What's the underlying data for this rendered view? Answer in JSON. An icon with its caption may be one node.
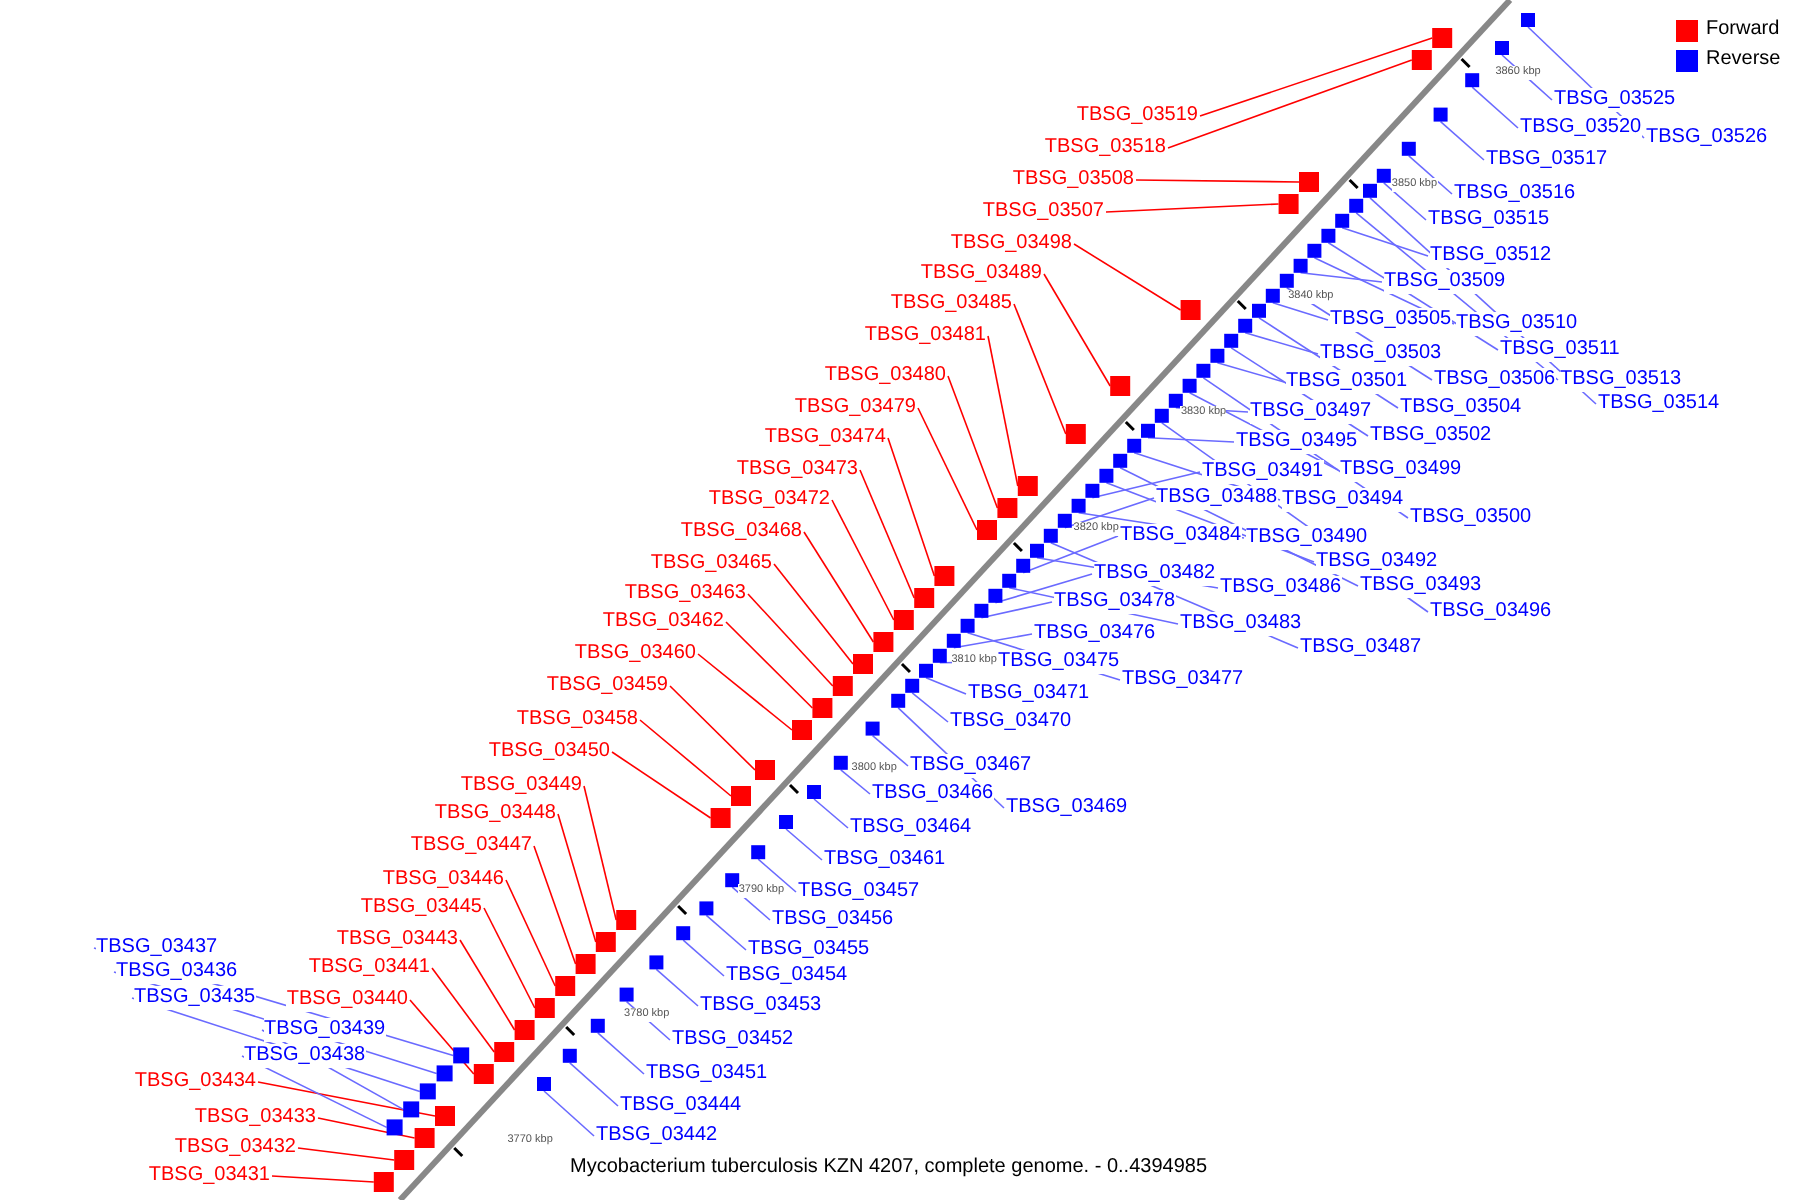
{
  "diagram": {
    "caption": "Mycobacterium tuberculosis KZN 4207, complete genome. - 0..4394985",
    "nodes": [
      {
        "text": [
          "TBSG_03519"
        ]
      },
      {
        "text": [
          "TBSG_03518"
        ]
      },
      {
        "text": [
          "TBSG_03508"
        ]
      },
      {
        "text": [
          "TBSG_03507"
        ]
      },
      {
        "text": [
          "TBSG_03498"
        ]
      },
      {
        "text": [
          "TBSG_03489"
        ]
      },
      {
        "text": [
          "TBSG_03485"
        ]
      },
      {
        "text": [
          "TBSG_03481"
        ]
      },
      {
        "text": [
          "TBSG_03480"
        ]
      },
      {
        "text": [
          "TBSG_03479"
        ]
      },
      {
        "text": [
          "TBSG_03474"
        ]
      },
      {
        "text": [
          "TBSG_03473"
        ]
      },
      {
        "text": [
          "TBSG_03472"
        ]
      },
      {
        "text": [
          "TBSG_03468"
        ]
      },
      {
        "text": [
          "TBSG_03465"
        ]
      },
      {
        "text": [
          "TBSG_03463"
        ]
      },
      {
        "text": [
          "TBSG_03462"
        ]
      },
      {
        "text": [
          "TBSG_03460"
        ]
      },
      {
        "text": [
          "TBSG_03459"
        ]
      },
      {
        "text": [
          "TBSG_03458"
        ]
      },
      {
        "text": [
          "TBSG_03450"
        ]
      },
      {
        "text": [
          "TBSG_03449"
        ]
      },
      {
        "text": [
          "TBSG_03448"
        ]
      },
      {
        "text": [
          "TBSG_03447"
        ]
      },
      {
        "text": [
          "TBSG_03446"
        ]
      },
      {
        "text": [
          "TBSG_03445"
        ]
      },
      {
        "text": [
          "TBSG_03443"
        ]
      },
      {
        "text": [
          "TBSG_03441"
        ]
      },
      {
        "text": [
          "TBSG_03440"
        ]
      },
      {
        "text": [
          "TBSG_03434"
        ]
      },
      {
        "text": [
          "TBSG_03433"
        ]
      },
      {
        "text": [
          "TBSG_03432"
        ]
      },
      {
        "text": [
          "TBSG_03431"
        ]
      },
      {
        "text": [
          "TBSG_03525"
        ]
      },
      {
        "text": [
          "TBSG_03520"
        ]
      },
      {
        "text": [
          "TBSG_03526"
        ]
      },
      {
        "text": [
          "TBSG_03517"
        ]
      },
      {
        "text": [
          "TBSG_03516"
        ]
      },
      {
        "text": [
          "TBSG_03515"
        ]
      },
      {
        "text": [
          "TBSG_03512"
        ]
      },
      {
        "text": [
          "TBSG_03509"
        ]
      },
      {
        "text": [
          "TBSG_03505"
        ]
      },
      {
        "text": [
          "TBSG_03510"
        ]
      },
      {
        "text": [
          "TBSG_03503"
        ]
      },
      {
        "text": [
          "TBSG_03511"
        ]
      },
      {
        "text": [
          "TBSG_03501"
        ]
      },
      {
        "text": [
          "TBSG_03506"
        ]
      },
      {
        "text": [
          "TBSG_03513"
        ]
      },
      {
        "text": [
          "TBSG_03514"
        ]
      },
      {
        "text": [
          "TBSG_03497"
        ]
      },
      {
        "text": [
          "TBSG_03504"
        ]
      },
      {
        "text": [
          "TBSG_03495"
        ]
      },
      {
        "text": [
          "TBSG_03502"
        ]
      },
      {
        "text": [
          "TBSG_03491"
        ]
      },
      {
        "text": [
          "TBSG_03499"
        ]
      },
      {
        "text": [
          "TBSG_03488"
        ]
      },
      {
        "text": [
          "TBSG_03494"
        ]
      },
      {
        "text": [
          "TBSG_03500"
        ]
      },
      {
        "text": [
          "TBSG_03484"
        ]
      },
      {
        "text": [
          "TBSG_03490"
        ]
      },
      {
        "text": [
          "TBSG_03492"
        ]
      },
      {
        "text": [
          "TBSG_03482"
        ]
      },
      {
        "text": [
          "TBSG_03486"
        ]
      },
      {
        "text": [
          "TBSG_03493"
        ]
      },
      {
        "text": [
          "TBSG_03478"
        ]
      },
      {
        "text": [
          "TBSG_03496"
        ]
      },
      {
        "text": [
          "TBSG_03483"
        ]
      },
      {
        "text": [
          "TBSG_03476"
        ]
      },
      {
        "text": [
          "TBSG_03487"
        ]
      },
      {
        "text": [
          "TBSG_03475"
        ]
      },
      {
        "text": [
          "TBSG_03477"
        ]
      },
      {
        "text": [
          "TBSG_03471"
        ]
      },
      {
        "text": [
          "TBSG_03470"
        ]
      },
      {
        "text": [
          "TBSG_03467"
        ]
      },
      {
        "text": [
          "TBSG_03466"
        ]
      },
      {
        "text": [
          "TBSG_03469"
        ]
      },
      {
        "text": [
          "TBSG_03464"
        ]
      },
      {
        "text": [
          "TBSG_03461"
        ]
      },
      {
        "text": [
          "TBSG_03457"
        ]
      },
      {
        "text": [
          "TBSG_03456"
        ]
      },
      {
        "text": [
          "TBSG_03437"
        ]
      },
      {
        "text": [
          "TBSG_03455"
        ]
      },
      {
        "text": [
          "TBSG_03436"
        ]
      },
      {
        "text": [
          "TBSG_03454"
        ]
      },
      {
        "text": [
          "TBSG_03435"
        ]
      },
      {
        "text": [
          "TBSG_03453"
        ]
      },
      {
        "text": [
          "TBSG_03439"
        ]
      },
      {
        "text": [
          "TBSG_03452"
        ]
      },
      {
        "text": [
          "TBSG_03438"
        ]
      },
      {
        "text": [
          "TBSG_03451"
        ]
      },
      {
        "text": [
          "TBSG_03444"
        ]
      },
      {
        "text": [
          "TBSG_03442"
        ]
      },
      {
        "text": [],
        "shape": "box"
      },
      {
        "text": [],
        "shape": "box"
      },
      {
        "text": [],
        "shape": "box"
      },
      {
        "text": [],
        "shape": "box"
      },
      {
        "text": [],
        "shape": "box"
      },
      {
        "text": [],
        "shape": "box"
      },
      {
        "text": [],
        "shape": "box"
      },
      {
        "text": [],
        "shape": "box"
      },
      {
        "text": [],
        "shape": "box"
      },
      {
        "text": [],
        "shape": "box"
      },
      {
        "text": [],
        "shape": "box"
      },
      {
        "text": [],
        "shape": "box"
      },
      {
        "text": [],
        "shape": "box"
      },
      {
        "text": [],
        "shape": "box"
      },
      {
        "text": [],
        "shape": "box"
      },
      {
        "text": [],
        "shape": "box"
      },
      {
        "text": [],
        "shape": "box"
      },
      {
        "text": [],
        "shape": "box"
      },
      {
        "text": [],
        "shape": "box"
      },
      {
        "text": [],
        "shape": "box"
      },
      {
        "text": [],
        "shape": "box"
      },
      {
        "text": [],
        "shape": "box"
      },
      {
        "text": [],
        "shape": "box"
      },
      {
        "text": [],
        "shape": "box"
      },
      {
        "text": [],
        "shape": "box"
      },
      {
        "text": [],
        "shape": "box"
      },
      {
        "text": [],
        "shape": "box"
      },
      {
        "text": [],
        "shape": "box"
      },
      {
        "text": [],
        "shape": "box"
      },
      {
        "text": [],
        "shape": "box"
      },
      {
        "text": [],
        "shape": "box"
      },
      {
        "text": [],
        "shape": "box"
      },
      {
        "text": [],
        "shape": "box"
      },
      {
        "text": [],
        "shape": "box"
      },
      {
        "text": [],
        "shape": "box"
      },
      {
        "text": [],
        "shape": "box"
      },
      {
        "text": [],
        "shape": "box"
      },
      {
        "text": [],
        "shape": "box"
      },
      {
        "text": [],
        "shape": "box"
      },
      {
        "text": [],
        "shape": "box"
      },
      {
        "text": [],
        "shape": "box"
      },
      {
        "text": [],
        "shape": "box"
      },
      {
        "text": [],
        "shape": "box"
      },
      {
        "text": [],
        "shape": "box"
      },
      {
        "text": [],
        "shape": "box"
      },
      {
        "text": [],
        "shape": "box"
      },
      {
        "text": [],
        "shape": "box"
      },
      {
        "text": [],
        "shape": "box"
      },
      {
        "text": [],
        "shape": "box"
      },
      {
        "text": [],
        "shape": "box"
      },
      {
        "text": [],
        "shape": "box"
      },
      {
        "text": [],
        "shape": "box"
      },
      {
        "text": [],
        "shape": "box"
      },
      {
        "text": [],
        "shape": "box"
      },
      {
        "text": [],
        "shape": "box"
      },
      {
        "text": [],
        "shape": "box"
      },
      {
        "text": [],
        "shape": "box"
      },
      {
        "text": [],
        "shape": "box"
      },
      {
        "text": [],
        "shape": "box"
      },
      {
        "text": [],
        "shape": "box"
      },
      {
        "text": [],
        "shape": "box"
      },
      {
        "text": [],
        "shape": "box"
      },
      {
        "text": [],
        "shape": "box"
      },
      {
        "text": [],
        "shape": "box"
      },
      {
        "text": [],
        "shape": "box"
      },
      {
        "text": [],
        "shape": "box"
      },
      {
        "text": [],
        "shape": "box"
      },
      {
        "text": [],
        "shape": "box"
      },
      {
        "text": [],
        "shape": "box"
      },
      {
        "text": [],
        "shape": "box"
      },
      {
        "text": [],
        "shape": "box"
      },
      {
        "text": [],
        "shape": "box"
      },
      {
        "text": [],
        "shape": "box"
      },
      {
        "text": [],
        "shape": "box"
      },
      {
        "text": [],
        "shape": "box"
      },
      {
        "text": [],
        "shape": "box"
      },
      {
        "text": [],
        "shape": "box"
      },
      {
        "text": [],
        "shape": "box"
      },
      {
        "text": [],
        "shape": "box"
      },
      {
        "text": [],
        "shape": "box"
      },
      {
        "text": [],
        "shape": "box"
      },
      {
        "text": [],
        "shape": "box"
      },
      {
        "text": [],
        "shape": "box"
      },
      {
        "text": [],
        "shape": "box"
      },
      {
        "text": [],
        "shape": "box"
      },
      {
        "text": [],
        "shape": "box"
      },
      {
        "text": [],
        "shape": "box"
      },
      {
        "text": [],
        "shape": "box"
      },
      {
        "text": [],
        "shape": "box"
      },
      {
        "text": [],
        "shape": "box"
      },
      {
        "text": [],
        "shape": "box"
      },
      {
        "text": [],
        "shape": "box"
      }
    ],
    "edges": [
      {
        "from": 0,
        "to": 92,
        "arrow": "none",
        "color": "#ff0000"
      },
      {
        "from": 1,
        "to": 93,
        "arrow": "none",
        "color": "#ff0000"
      },
      {
        "from": 2,
        "to": 94,
        "arrow": "none",
        "color": "#ff0000"
      },
      {
        "from": 3,
        "to": 95,
        "arrow": "none",
        "color": "#ff0000"
      },
      {
        "from": 4,
        "to": 96,
        "arrow": "none",
        "color": "#ff0000"
      },
      {
        "from": 5,
        "to": 97,
        "arrow": "none",
        "color": "#ff0000"
      },
      {
        "from": 6,
        "to": 98,
        "arrow": "none",
        "color": "#ff0000"
      },
      {
        "from": 7,
        "to": 99,
        "arrow": "none",
        "color": "#ff0000"
      },
      {
        "from": 8,
        "to": 100,
        "arrow": "none",
        "color": "#ff0000"
      },
      {
        "from": 9,
        "to": 101,
        "arrow": "none",
        "color": "#ff0000"
      },
      {
        "from": 10,
        "to": 102,
        "arrow": "none",
        "color": "#ff0000"
      },
      {
        "from": 11,
        "to": 103,
        "arrow": "none",
        "color": "#ff0000"
      },
      {
        "from": 12,
        "to": 104,
        "arrow": "none",
        "color": "#ff0000"
      },
      {
        "from": 13,
        "to": 105,
        "arrow": "none",
        "color": "#ff0000"
      },
      {
        "from": 14,
        "to": 106,
        "arrow": "none",
        "color": "#ff0000"
      },
      {
        "from": 15,
        "to": 107,
        "arrow": "none",
        "color": "#ff0000"
      },
      {
        "from": 16,
        "to": 108,
        "arrow": "none",
        "color": "#ff0000"
      },
      {
        "from": 17,
        "to": 109,
        "arrow": "none",
        "color": "#ff0000"
      },
      {
        "from": 18,
        "to": 110,
        "arrow": "none",
        "color": "#ff0000"
      },
      {
        "from": 19,
        "to": 111,
        "arrow": "none",
        "color": "#ff0000"
      },
      {
        "from": 20,
        "to": 112,
        "arrow": "none",
        "color": "#ff0000"
      },
      {
        "from": 21,
        "to": 113,
        "arrow": "none",
        "color": "#ff0000"
      },
      {
        "from": 22,
        "to": 114,
        "arrow": "none",
        "color": "#ff0000"
      },
      {
        "from": 23,
        "to": 115,
        "arrow": "none",
        "color": "#ff0000"
      },
      {
        "from": 24,
        "to": 116,
        "arrow": "none",
        "color": "#ff0000"
      },
      {
        "from": 25,
        "to": 117,
        "arrow": "none",
        "color": "#ff0000"
      },
      {
        "from": 26,
        "to": 118,
        "arrow": "none",
        "color": "#ff0000"
      },
      {
        "from": 27,
        "to": 119,
        "arrow": "none",
        "color": "#ff0000"
      },
      {
        "from": 28,
        "to": 120,
        "arrow": "none",
        "color": "#ff0000"
      },
      {
        "from": 29,
        "to": 121,
        "arrow": "none",
        "color": "#ff0000"
      },
      {
        "from": 30,
        "to": 122,
        "arrow": "none",
        "color": "#ff0000"
      },
      {
        "from": 31,
        "to": 123,
        "arrow": "none",
        "color": "#ff0000"
      },
      {
        "from": 32,
        "to": 124,
        "arrow": "none",
        "color": "#ff0000"
      },
      {
        "from": 33,
        "to": 125,
        "arrow": "none"
      },
      {
        "from": 34,
        "to": 126,
        "arrow": "none"
      },
      {
        "from": 35,
        "to": 127,
        "arrow": "none"
      },
      {
        "from": 36,
        "to": 128,
        "arrow": "none"
      },
      {
        "from": 37,
        "to": 129,
        "arrow": "none"
      },
      {
        "from": 38,
        "to": 130,
        "arrow": "none"
      },
      {
        "from": 39,
        "to": 131,
        "arrow": "none"
      },
      {
        "from": 40,
        "to": 132,
        "arrow": "none"
      },
      {
        "from": 41,
        "to": 133,
        "arrow": "none"
      },
      {
        "from": 42,
        "to": 134,
        "arrow": "none"
      },
      {
        "from": 43,
        "to": 135,
        "arrow": "none"
      },
      {
        "from": 44,
        "to": 136,
        "arrow": "none"
      },
      {
        "from": 45,
        "to": 137,
        "arrow": "none"
      },
      {
        "from": 46,
        "to": 138,
        "arrow": "none"
      },
      {
        "from": 47,
        "to": 139,
        "arrow": "none"
      },
      {
        "from": 48,
        "to": 140,
        "arrow": "none"
      },
      {
        "from": 49,
        "to": 141,
        "arrow": "none"
      },
      {
        "from": 50,
        "to": 142,
        "arrow": "none"
      },
      {
        "from": 51,
        "to": 143,
        "arrow": "none"
      },
      {
        "from": 52,
        "to": 144,
        "arrow": "none"
      },
      {
        "from": 53,
        "to": 145,
        "arrow": "none"
      },
      {
        "from": 54,
        "to": 146,
        "arrow": "none"
      },
      {
        "from": 55,
        "to": 147,
        "arrow": "none"
      },
      {
        "from": 56,
        "to": 148,
        "arrow": "none"
      },
      {
        "from": 57,
        "to": 149,
        "arrow": "none"
      },
      {
        "from": 58,
        "to": 150,
        "arrow": "none"
      },
      {
        "from": 59,
        "to": 151,
        "arrow": "none"
      },
      {
        "from": 60,
        "to": 152,
        "arrow": "none"
      },
      {
        "from": 61,
        "to": 153,
        "arrow": "none"
      },
      {
        "from": 62,
        "to": 154,
        "arrow": "none"
      },
      {
        "from": 63,
        "to": 155,
        "arrow": "none"
      },
      {
        "from": 64,
        "to": 156,
        "arrow": "none"
      },
      {
        "from": 65,
        "to": 157,
        "arrow": "none"
      },
      {
        "from": 66,
        "to": 158,
        "arrow": "none"
      },
      {
        "from": 67,
        "to": 159,
        "arrow": "none"
      },
      {
        "from": 68,
        "to": 160,
        "arrow": "none"
      },
      {
        "from": 69,
        "to": 161,
        "arrow": "none"
      },
      {
        "from": 70,
        "to": 162,
        "arrow": "none"
      },
      {
        "from": 71,
        "to": 163,
        "arrow": "none"
      },
      {
        "from": 72,
        "to": 164,
        "arrow": "none"
      },
      {
        "from": 73,
        "to": 165,
        "arrow": "none"
      },
      {
        "from": 74,
        "to": 166,
        "arrow": "none"
      },
      {
        "from": 75,
        "to": 167,
        "arrow": "none"
      },
      {
        "from": 76,
        "to": 168,
        "arrow": "none"
      },
      {
        "from": 77,
        "to": 169,
        "arrow": "none"
      },
      {
        "from": 78,
        "to": 170,
        "arrow": "none"
      },
      {
        "from": 79,
        "to": 171,
        "arrow": "none"
      },
      {
        "from": 80,
        "to": 172,
        "arrow": "none"
      },
      {
        "from": 81,
        "to": 173,
        "arrow": "none"
      },
      {
        "from": 82,
        "to": 174,
        "arrow": "none"
      },
      {
        "from": 83,
        "to": 175,
        "arrow": "none"
      },
      {
        "from": 84,
        "to": 176,
        "arrow": "none"
      },
      {
        "from": 85,
        "to": 177,
        "arrow": "none"
      },
      {
        "from": 86,
        "to": 178,
        "arrow": "none"
      },
      {
        "from": 87,
        "to": 179,
        "arrow": "none"
      },
      {
        "from": 88,
        "to": 180,
        "arrow": "none"
      },
      {
        "from": 89,
        "to": 181,
        "arrow": "none"
      },
      {
        "from": 90,
        "to": 182,
        "arrow": "none"
      },
      {
        "from": 91,
        "to": 183,
        "arrow": "none"
      }
    ],
    "labels": [
      "3860 kbp",
      "3850 kbp",
      "3840 kbp",
      "3830 kbp",
      "3820 kbp",
      "3810 kbp",
      "3800 kbp",
      "3790 kbp",
      "3780 kbp",
      "3770 kbp"
    ],
    "legend": [
      {
        "text": "Forward",
        "color": "#ff0000"
      },
      {
        "text": "Reverse",
        "color": "#0000ff"
      }
    ]
  }
}
